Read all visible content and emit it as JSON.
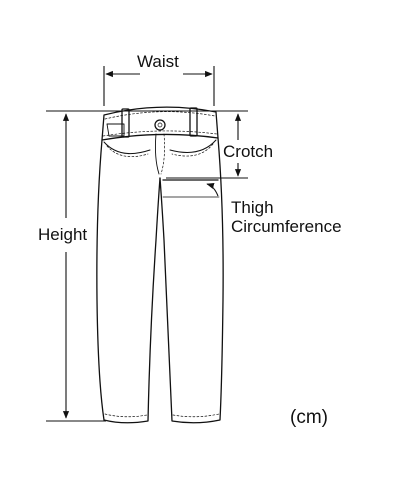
{
  "diagram": {
    "labels": {
      "waist": "Waist",
      "crotch": "Crotch",
      "thigh_line1": "Thigh",
      "thigh_line2": "Circumference",
      "height": "Height",
      "unit": "(cm)"
    },
    "colors": {
      "line": "#111111",
      "background": "#ffffff"
    }
  }
}
